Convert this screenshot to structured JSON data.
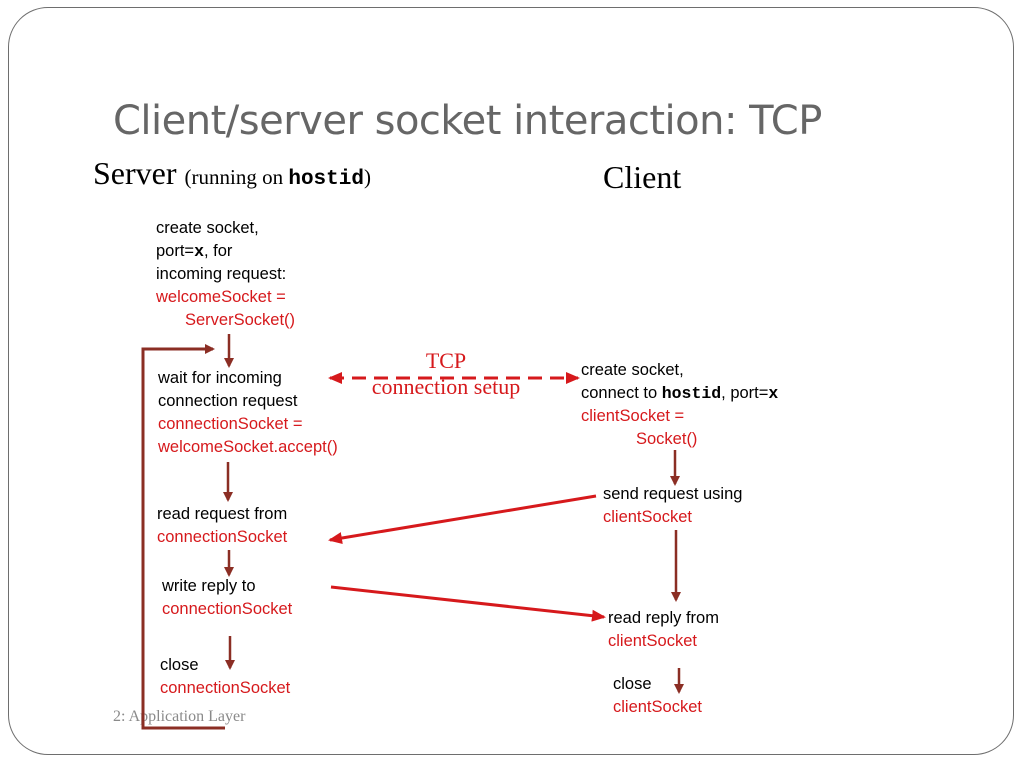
{
  "title": "Client/server socket interaction: TCP",
  "server_heading": {
    "main": "Server",
    "sub_open": "(running on ",
    "sub_host": "hostid",
    "sub_close": ")"
  },
  "client_heading": "Client",
  "server_steps": {
    "create": {
      "line1": "create socket,",
      "line2_a": "port=",
      "line2_b": "x",
      "line2_c": ", for",
      "line3": "incoming request:",
      "code1": "welcomeSocket =",
      "code2": "ServerSocket()"
    },
    "wait": {
      "line1": "wait for incoming",
      "line2": "connection request",
      "code1": "connectionSocket =",
      "code2": "welcomeSocket.accept()"
    },
    "read": {
      "line1": "read request from",
      "code1": "connectionSocket"
    },
    "write": {
      "line1": "write reply to",
      "code1": "connectionSocket"
    },
    "close": {
      "line1": "close",
      "code1": "connectionSocket"
    }
  },
  "client_steps": {
    "create": {
      "line1": "create socket,",
      "line2_a": "connect to ",
      "line2_b": "hostid",
      "line2_c": ", port=",
      "line2_d": "x",
      "code1": "clientSocket =",
      "code2": "Socket()"
    },
    "send": {
      "line1": "send request using",
      "code1": "clientSocket"
    },
    "read": {
      "line1": "read reply from",
      "code1": "clientSocket"
    },
    "close": {
      "line1": "close",
      "code1": "clientSocket"
    }
  },
  "tcp_setup": {
    "line1": "TCP",
    "line2": "connection setup"
  },
  "footer": "2: Application Layer",
  "colors": {
    "title": "#666666",
    "code_text": "#d6191c",
    "arrow_brown": "#8b2e24",
    "arrow_red": "#d6191c",
    "frame": "#6e6e6e",
    "footer": "#8a8a8a"
  }
}
